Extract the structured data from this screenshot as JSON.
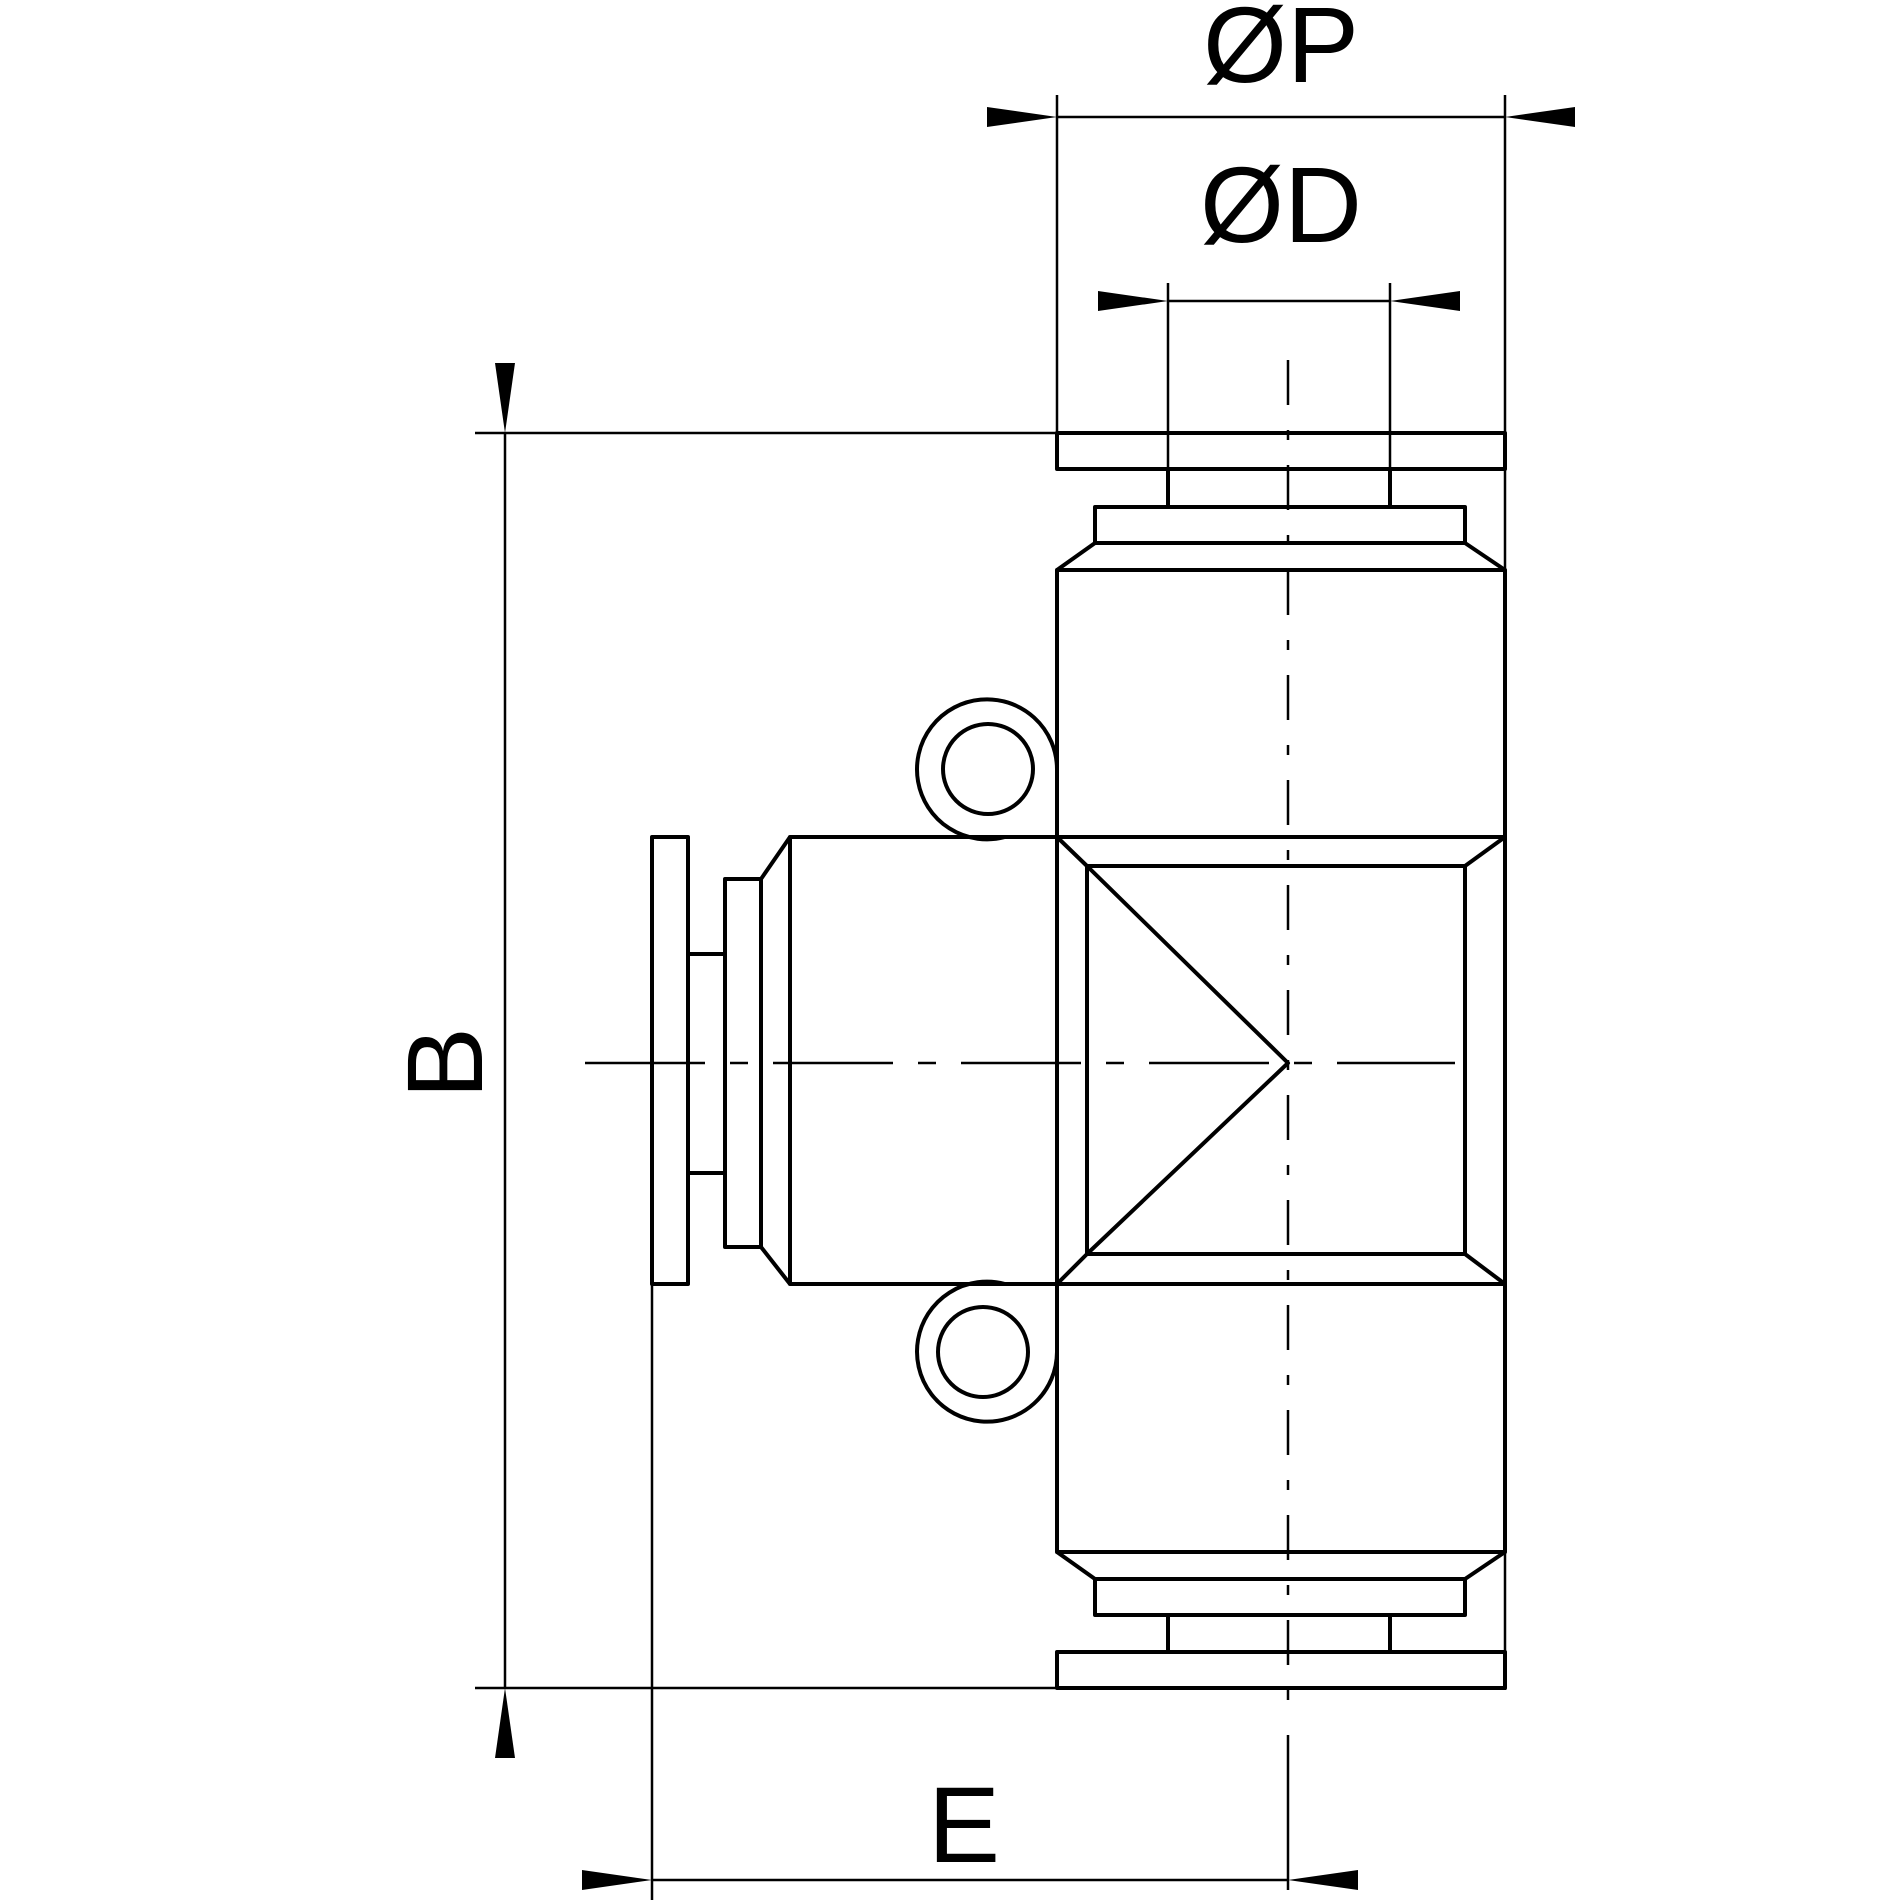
{
  "dimensions": {
    "outer_diameter": "ØP",
    "inner_diameter": "ØD",
    "body_length": "B",
    "branch_length": "E"
  }
}
